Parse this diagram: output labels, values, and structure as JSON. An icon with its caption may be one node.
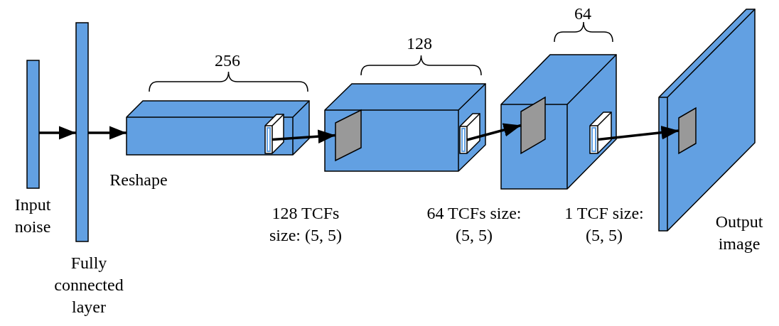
{
  "diagram": {
    "nodes": [
      {
        "text": [],
        "shape": "bar",
        "beside": [
          "Input noise"
        ]
      },
      {
        "text": [],
        "shape": "bar",
        "beside": [
          "Fully connected layer"
        ]
      },
      {
        "text": [],
        "shape": "box"
      },
      {
        "text": [],
        "shape": "box",
        "in": 2
      },
      {
        "text": [],
        "shape": "box"
      },
      {
        "text": [],
        "shape": "box",
        "in": 4
      },
      {
        "text": [],
        "shape": "box",
        "in": 4
      },
      {
        "text": [],
        "shape": "box"
      },
      {
        "text": [],
        "shape": "box",
        "in": 7
      },
      {
        "text": [],
        "shape": "box",
        "in": 7
      },
      {
        "text": [],
        "shape": "box",
        "beside": [
          "Output image"
        ]
      },
      {
        "text": [],
        "shape": "box",
        "in": 10
      }
    ],
    "edges": [
      {
        "from": 0,
        "to": 1,
        "arrow": "to"
      },
      {
        "from": 1,
        "to": 2,
        "arrow": "to"
      },
      {
        "from": 3,
        "to": 5,
        "arrow": "to"
      },
      {
        "from": 6,
        "to": 8,
        "arrow": "to"
      },
      {
        "from": 9,
        "to": 11,
        "arrow": "to"
      }
    ],
    "labels": [
      "64",
      "128",
      "256",
      "Reshape",
      "128 TCFs size: (5, 5)",
      "64 TCFs size: (5, 5)",
      "1 TCF size: (5, 5)"
    ]
  }
}
